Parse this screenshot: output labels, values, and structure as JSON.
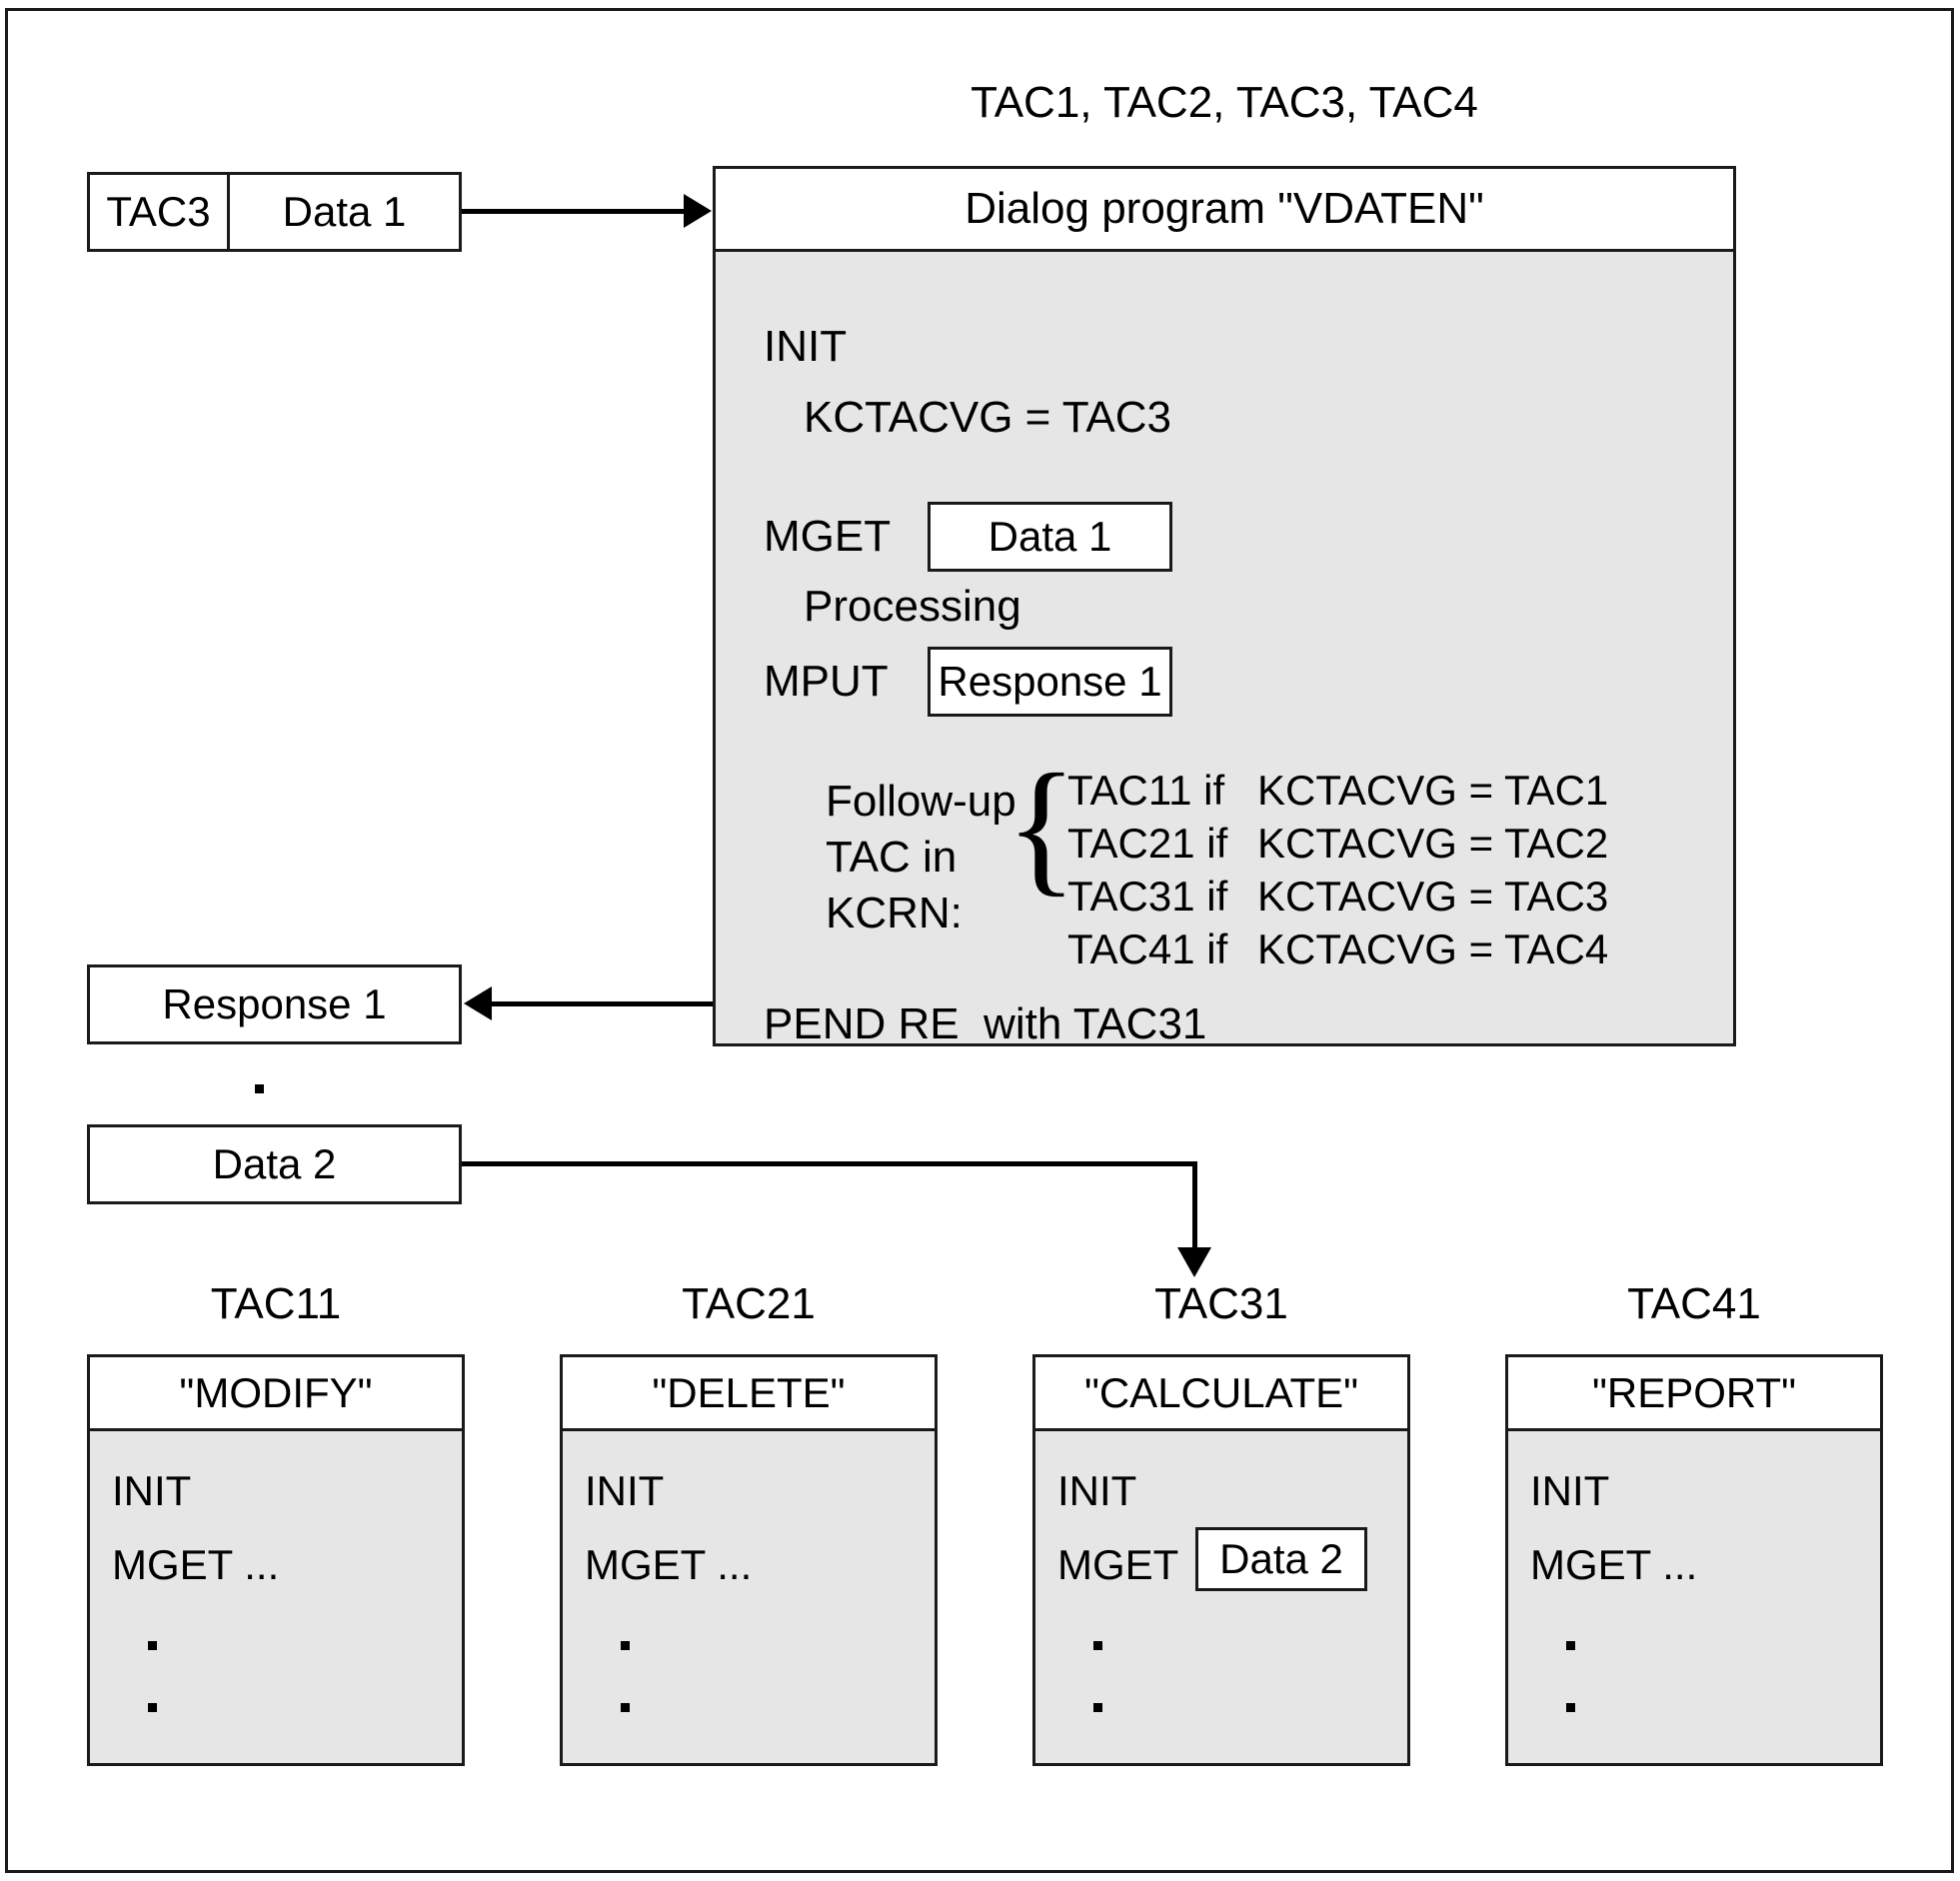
{
  "diagram": {
    "title_top": "TAC1, TAC2, TAC3, TAC4",
    "input_message": {
      "tac": "TAC3",
      "data": "Data 1"
    },
    "dialog": {
      "header": "Dialog program \"VDATEN\"",
      "init_keyword": "INIT",
      "init_assignment": "KCTACVG = TAC3",
      "mget_keyword": "MGET",
      "mget_box": "Data 1",
      "processing": "Processing",
      "mput_keyword": "MPUT",
      "mput_box": "Response 1",
      "followup_label_line1": "Follow-up",
      "followup_label_line2": "TAC in",
      "followup_label_line3": "KCRN:",
      "followup_rows": [
        {
          "tac": "TAC11 if",
          "cond": "KCTACVG = TAC1"
        },
        {
          "tac": "TAC21 if",
          "cond": "KCTACVG = TAC2"
        },
        {
          "tac": "TAC31 if",
          "cond": "KCTACVG = TAC3"
        },
        {
          "tac": "TAC41 if",
          "cond": "KCTACVG = TAC4"
        }
      ],
      "pend": "PEND RE  with TAC31"
    },
    "response_box": "Response 1",
    "data2_box": "Data 2",
    "followup_programs": [
      {
        "tac": "TAC11",
        "name": "\"MODIFY\"",
        "init": "INIT",
        "mget": "MGET ...",
        "inset": null
      },
      {
        "tac": "TAC21",
        "name": "\"DELETE\"",
        "init": "INIT",
        "mget": "MGET ...",
        "inset": null
      },
      {
        "tac": "TAC31",
        "name": "\"CALCULATE\"",
        "init": "INIT",
        "mget": "MGET",
        "inset": "Data 2"
      },
      {
        "tac": "TAC41",
        "name": "\"REPORT\"",
        "init": "INIT",
        "mget": "MGET ...",
        "inset": null
      }
    ],
    "colors": {
      "stroke": "#1a1a1a",
      "shade": "#e6e6e6",
      "background": "#ffffff"
    }
  }
}
